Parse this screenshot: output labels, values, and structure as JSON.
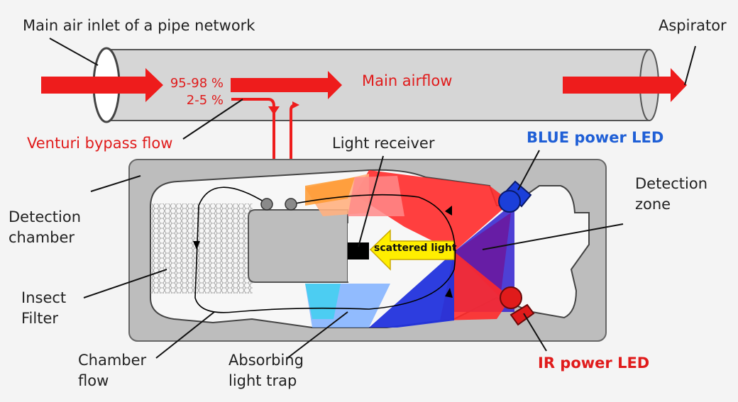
{
  "labels": {
    "main_air_inlet": "Main air inlet of a pipe network",
    "aspirator": "Aspirator",
    "pct_main": "95-98 %",
    "pct_bypass": "2-5 %",
    "main_airflow": "Main airflow",
    "venturi_bypass": "Venturi bypass flow",
    "light_receiver": "Light receiver",
    "blue_led": "BLUE power LED",
    "detection_zone_1": "Detection",
    "detection_zone_2": "zone",
    "detection_chamber_1": "Detection",
    "detection_chamber_2": "chamber",
    "scattered_light": "scattered light",
    "insect_filter_1": "Insect",
    "insect_filter_2": "Filter",
    "chamber_flow_1": "Chamber",
    "chamber_flow_2": "flow",
    "light_trap_1": "Absorbing",
    "light_trap_2": "light trap",
    "ir_led": "IR power LED"
  },
  "colors": {
    "airflow": "#ee1c1c",
    "blue_led": "#1f5fd6",
    "ir_led": "#e01b1b",
    "scatter_arrow": "#ffee00",
    "chamber_body": "#bdbdbd",
    "pipe": "#d6d6d6"
  }
}
